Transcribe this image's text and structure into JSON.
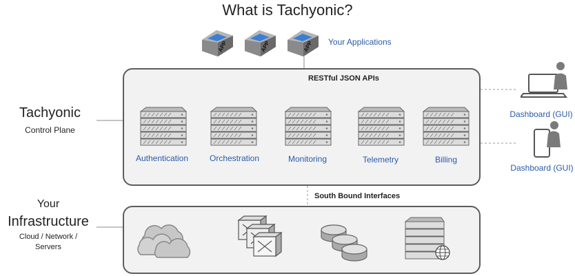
{
  "title": "What is Tachyonic?",
  "applications": {
    "icon_label": "APP",
    "count": 3,
    "caption": "Your Applications"
  },
  "control_plane": {
    "api_label": "RESTful JSON APIs",
    "name": "Tachyonic",
    "subtitle": "Control Plane",
    "services": [
      "Authentication",
      "Orchestration",
      "Monitoring",
      "Telemetry",
      "Billing"
    ]
  },
  "dashboards": {
    "laptop_label": "Dashboard (GUI)",
    "mobile_label": "Dashboard (GUI)"
  },
  "southbound": {
    "label": "South Bound Interfaces"
  },
  "infrastructure": {
    "line1": "Your",
    "line2": "Infrastructure",
    "subtitle_line1": "Cloud / Network /",
    "subtitle_line2": "Servers",
    "items": [
      "cloud-icon",
      "network-switch-icon",
      "router-icon",
      "server-globe-icon"
    ]
  },
  "colors": {
    "accent": "#2a5aa8",
    "panel_bg": "#f2f2f2",
    "panel_border": "#5c5c5c",
    "app_blue": "#3b7fd4"
  }
}
